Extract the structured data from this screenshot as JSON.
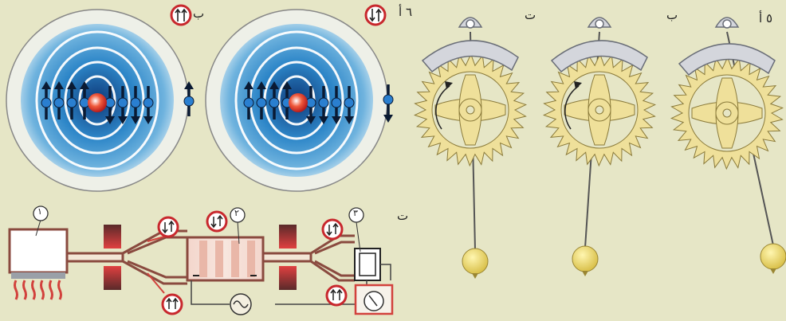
{
  "labels": {
    "fig6": "٦ أ",
    "fig6b": "ب",
    "fig5": "٥ أ",
    "fig5b": "ب",
    "fig5c": "ت",
    "fig6c": "ت"
  },
  "maser_parts": {
    "part1": "١",
    "part2": "٢",
    "part3": "٣"
  },
  "colors": {
    "background": "#e6e6c6",
    "atom_blue": "#1e73b8",
    "badge_red": "#c8282d",
    "gear_yellow": "#efe09a",
    "pipe_brown": "#8a4a3f",
    "heater_red": "#d2413c"
  },
  "icons": [
    "spin-up-badge-icon",
    "spin-down-badge-icon",
    "oscillator-icon",
    "meter-icon",
    "gear-icon",
    "pendulum-icon"
  ]
}
